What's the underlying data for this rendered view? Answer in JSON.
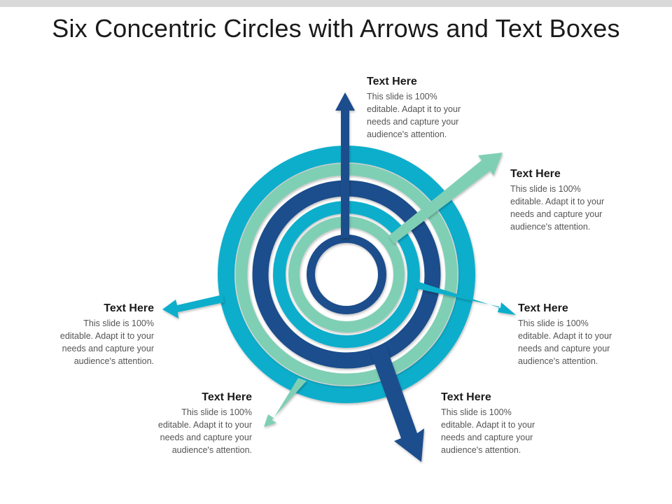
{
  "title": "Six Concentric Circles with Arrows and Text Boxes",
  "colors": {
    "dark_blue": "#1f4e8c",
    "cyan": "#0aaecb",
    "mint": "#7fcfb5",
    "topbar": "#d9d9d9"
  },
  "text_boxes": [
    {
      "heading": "Text Here",
      "body": "This slide is 100%\neditable. Adapt it to your\nneeds and capture your\naudience's attention."
    },
    {
      "heading": "Text Here",
      "body": "This slide is 100%\neditable. Adapt it to your\nneeds and capture your\naudience's attention."
    },
    {
      "heading": "Text Here",
      "body": "This slide is 100%\neditable. Adapt it to your\nneeds and capture your\naudience's attention."
    },
    {
      "heading": "Text Here",
      "body": "This slide is 100%\neditable. Adapt it to your\nneeds and capture your\naudience's attention."
    },
    {
      "heading": "Text Here",
      "body": "This slide is 100%\neditable. Adapt it to your\nneeds and capture your\naudience's attention."
    },
    {
      "heading": "Text Here",
      "body": "This slide is 100%\neditable. Adapt it to your\nneeds and capture your\naudience's attention."
    }
  ]
}
